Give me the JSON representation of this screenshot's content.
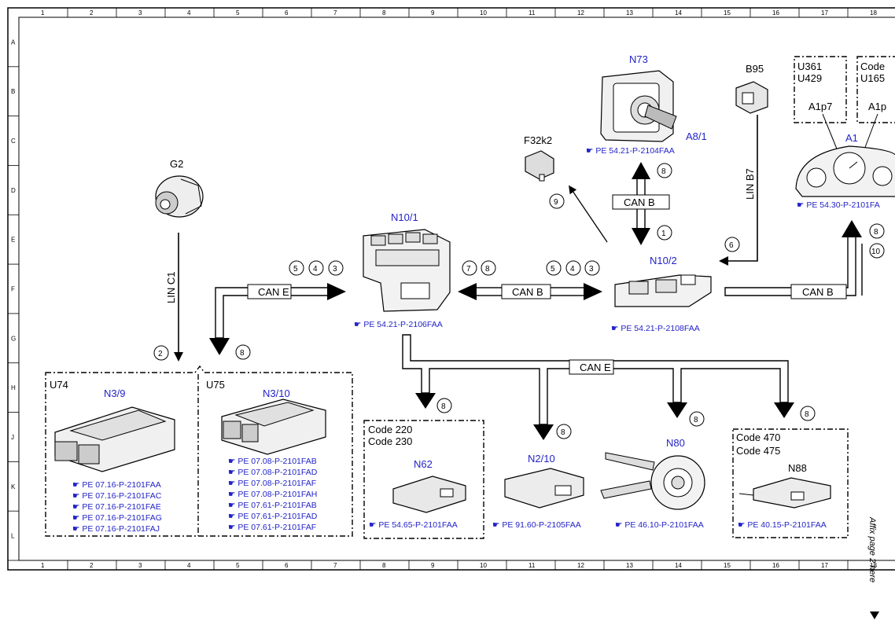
{
  "grid": {
    "cols": [
      "1",
      "2",
      "3",
      "4",
      "5",
      "6",
      "7",
      "8",
      "9",
      "10",
      "11",
      "12",
      "13",
      "14",
      "15",
      "16",
      "17",
      "18"
    ],
    "rows": [
      "A",
      "B",
      "C",
      "D",
      "E",
      "F",
      "G",
      "H",
      "J",
      "K",
      "L"
    ]
  },
  "components": {
    "g2": {
      "label": "G2"
    },
    "n10_1": {
      "label": "N10/1",
      "ref": "PE 54.21-P-2106FAA"
    },
    "n10_2": {
      "label": "N10/2",
      "ref": "PE 54.21-P-2108FAA"
    },
    "n73": {
      "label": "N73",
      "sub": "A8/1",
      "ref": "PE 54.21-P-2104FAA"
    },
    "f32k2": {
      "label": "F32k2"
    },
    "b95": {
      "label": "B95"
    },
    "a1": {
      "label": "A1",
      "ref": "PE 54.30-P-2101FA",
      "pin1": "A1p7",
      "pin2": "A1p"
    },
    "u361": {
      "l1": "U361",
      "l2": "U429"
    },
    "code_u165": {
      "l1": "Code",
      "l2": "U165"
    },
    "n3_9": {
      "label": "N3/9",
      "variant": "U74",
      "refs": [
        "PE 07.16-P-2101FAA",
        "PE 07.16-P-2101FAC",
        "PE 07.16-P-2101FAE",
        "PE 07.16-P-2101FAG",
        "PE 07.16-P-2101FAJ"
      ]
    },
    "n3_10": {
      "label": "N3/10",
      "variant": "U75",
      "refs": [
        "PE 07.08-P-2101FAB",
        "PE 07.08-P-2101FAD",
        "PE 07.08-P-2101FAF",
        "PE 07.08-P-2101FAH",
        "PE 07.61-P-2101FAB",
        "PE 07.61-P-2101FAD",
        "PE 07.61-P-2101FAF"
      ]
    },
    "n62": {
      "label": "N62",
      "code1": "Code 220",
      "code2": "Code 230",
      "ref": "PE 54.65-P-2101FAA"
    },
    "n2_10": {
      "label": "N2/10",
      "ref": "PE 91.60-P-2105FAA"
    },
    "n80": {
      "label": "N80",
      "ref": "PE 46.10-P-2101FAA"
    },
    "n88": {
      "label": "N88",
      "code1": "Code 470",
      "code2": "Code 475",
      "ref": "PE 40.15-P-2101FAA"
    }
  },
  "buses": {
    "lin_c1": "LIN C1",
    "can_e_left": "CAN E",
    "can_b_mid": "CAN B",
    "can_b_vert": "CAN B",
    "can_b_right": "CAN B",
    "can_e_bottom": "CAN E",
    "lin_b7": "LIN B7"
  },
  "callouts": {
    "c2": "2",
    "c8a": "8",
    "c5": "5",
    "c4": "4",
    "c3": "3",
    "c7": "7",
    "c8b": "8",
    "c5b": "5",
    "c4b": "4",
    "c3b": "3",
    "c8c": "8",
    "c1": "1",
    "c9": "9",
    "c6": "6",
    "c8d": "8",
    "c10": "10",
    "c8e": "8",
    "c8f": "8",
    "c8g": "8",
    "c8h": "8"
  },
  "side_note": "Affix page 2 here"
}
